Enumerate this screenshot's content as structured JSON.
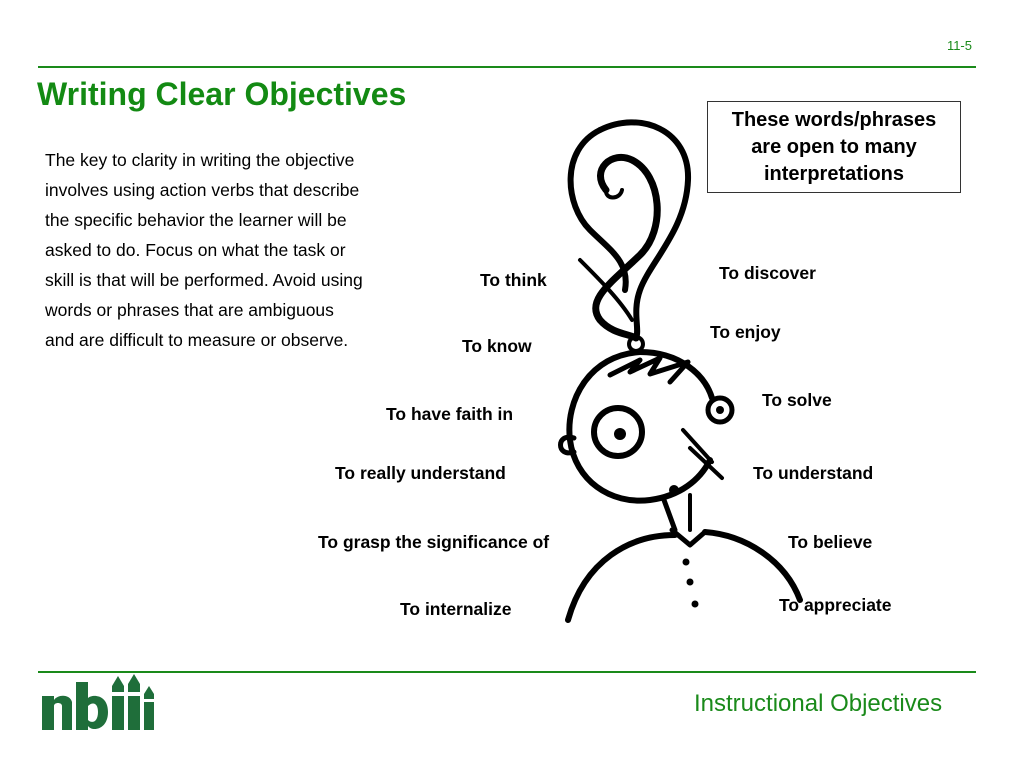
{
  "slide": {
    "number": "11-5",
    "title": "Writing Clear Objectives",
    "body": "The key to clarity in writing the objective involves using action verbs that describe the specific behavior the learner will be asked to do.  Focus on what the task or skill is that will be performed. Avoid using words or phrases that are ambiguous and are difficult to measure or observe.",
    "callout": "These words/phrases are open to many interpretations",
    "phrases_left": [
      "To think",
      "To know",
      "To have faith in",
      "To really understand",
      "To grasp the significance of",
      "To internalize"
    ],
    "phrases_right": [
      "To discover",
      "To enjoy",
      "To solve",
      "To understand",
      "To believe",
      "To appreciate"
    ],
    "footer": "Instructional Objectives",
    "logo_text": "nbii"
  },
  "colors": {
    "accent": "#138a13",
    "logo": "#1f6e3a"
  }
}
